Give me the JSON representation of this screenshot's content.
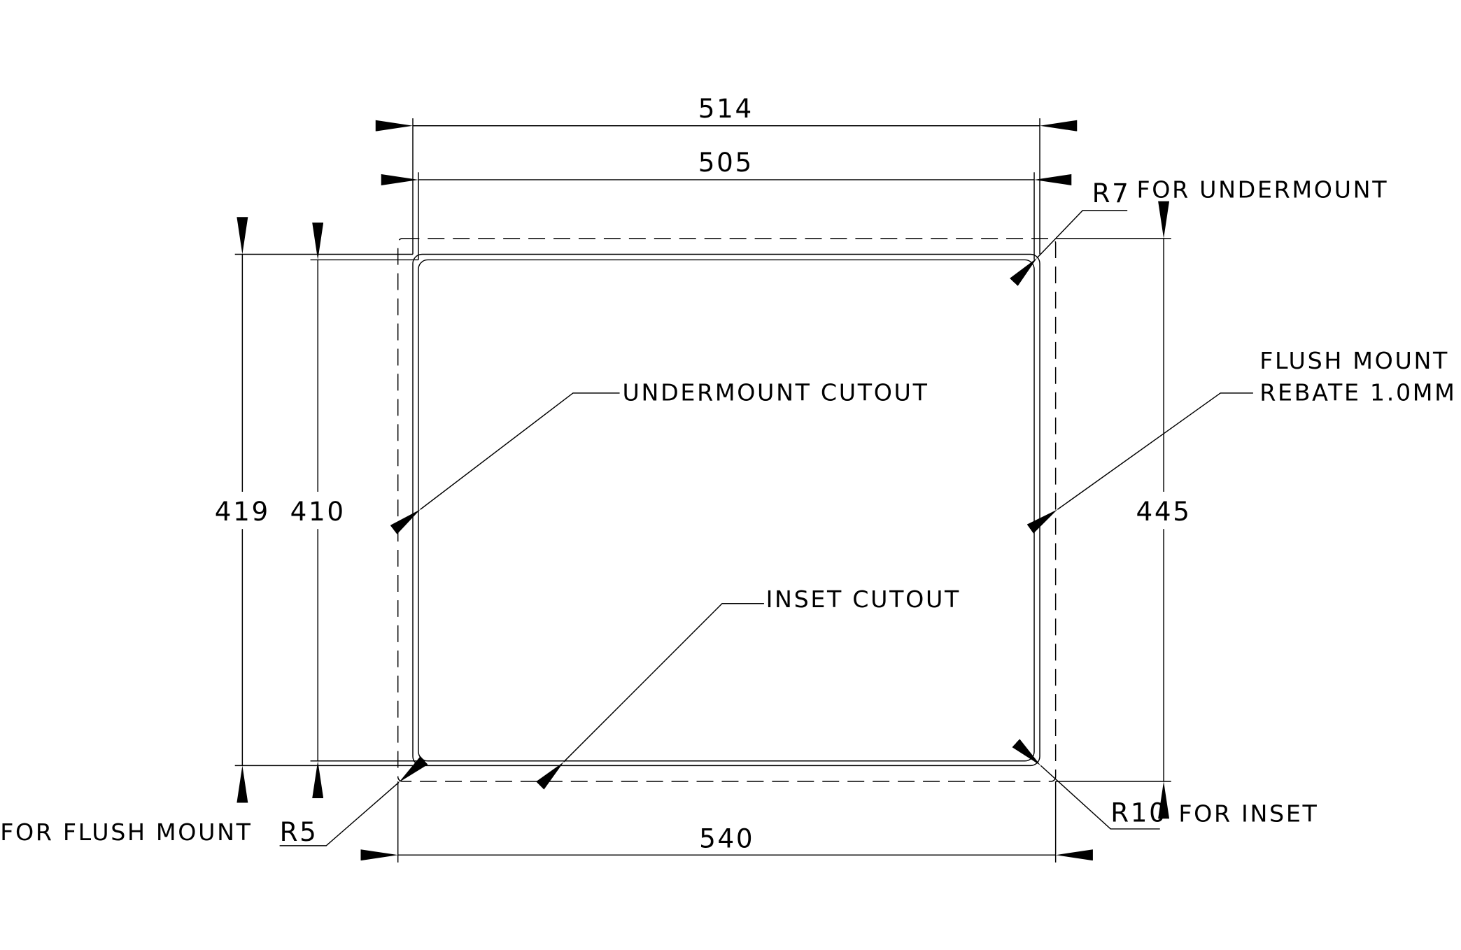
{
  "dimensions": {
    "overall_width": "514",
    "inner_width": "505",
    "flush_width": "540",
    "overall_height": "419",
    "inner_height": "410",
    "flush_height": "445"
  },
  "annotations": {
    "r7_radius": "R7",
    "r7_label": "FOR UNDERMOUNT",
    "flush_line1": "FLUSH MOUNT",
    "flush_line2": "REBATE 1.0MM",
    "undermount_cutout": "UNDERMOUNT CUTOUT",
    "inset_cutout": "INSET CUTOUT",
    "r10_radius": "R10",
    "r10_label": "FOR INSET",
    "r5_radius": "R5",
    "r5_label": "FOR FLUSH MOUNT"
  },
  "colors": {
    "line": "#000000",
    "background": "#ffffff"
  }
}
